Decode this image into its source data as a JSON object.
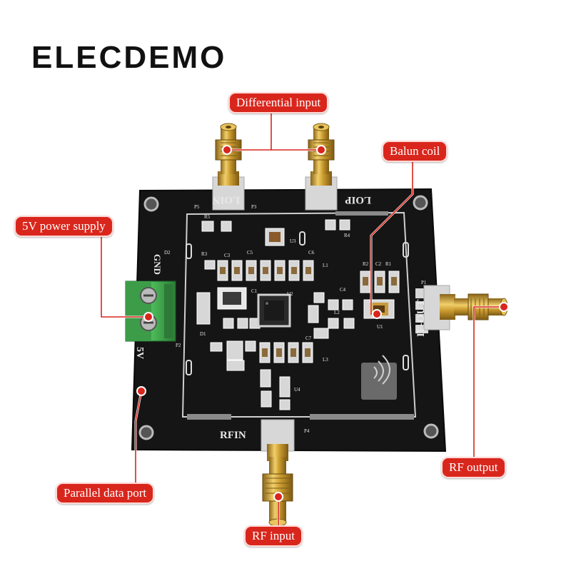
{
  "brand": "ELECDEMO",
  "callouts": {
    "differential_input": "Differential input",
    "balun_coil": "Balun coil",
    "power_supply": "5V power supply",
    "rf_output": "RF output",
    "parallel_data_port": "Parallel data port",
    "rf_input": "RF input"
  },
  "silkscreen": {
    "loin": "LOIN",
    "loip": "LOIP",
    "gnd": "GND",
    "five_v": "5V",
    "if_out": "IF-OUT",
    "rfin": "RFIN",
    "p1": "P1",
    "p2": "P2",
    "p3": "P3",
    "p4": "P4",
    "p5": "P5",
    "u1": "U1",
    "u2": "U2",
    "u3": "U3",
    "u4": "U4",
    "r1": "R1",
    "r2": "R2",
    "r3": "R3",
    "r4": "R4",
    "r5": "R5",
    "c1": "C1",
    "c2": "C2",
    "c3": "C3",
    "c4": "C4",
    "c5": "C5",
    "c6": "C6",
    "c7": "C7",
    "l1": "L1",
    "l2": "L2",
    "l3": "L3",
    "d1": "D1",
    "d2": "D2"
  },
  "colors": {
    "callout_red": "#d9261c",
    "pcb_black": "#151515",
    "gold": "#c99a2e",
    "terminal_green": "#3aa64a"
  }
}
